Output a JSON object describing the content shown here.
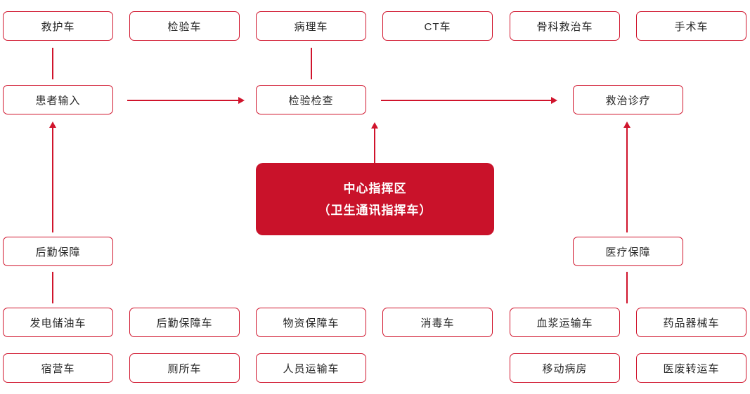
{
  "colors": {
    "accent_red": "#D0142C",
    "center_fill": "#C9122A",
    "center_text": "#FFFFFF",
    "node_bg": "#FFFFFF",
    "text_dark": "#262626"
  },
  "center": {
    "line1": "中心指挥区",
    "line2": "（卫生通讯指挥车）"
  },
  "nodes": {
    "ambulance": "救护车",
    "inspection_vehicle": "检验车",
    "pathology_vehicle": "病理车",
    "ct_vehicle": "CT车",
    "orthopedic_vehicle": "骨科救治车",
    "surgery_vehicle": "手术车",
    "patient_input": "患者输入",
    "exam_check": "检验检查",
    "treatment": "救治诊疗",
    "logistics_support": "后勤保障",
    "medical_support": "医疗保障",
    "power_oil_vehicle": "发电储油车",
    "logistics_vehicle": "后勤保障车",
    "supplies_vehicle": "物资保障车",
    "disinfection_vehicle": "消毒车",
    "plasma_vehicle": "血浆运输车",
    "medicine_equipment_vehicle": "药品器械车",
    "camp_vehicle": "宿营车",
    "toilet_vehicle": "厕所车",
    "personnel_vehicle": "人员运输车",
    "mobile_ward": "移动病房",
    "medical_waste_vehicle": "医废转运车"
  }
}
